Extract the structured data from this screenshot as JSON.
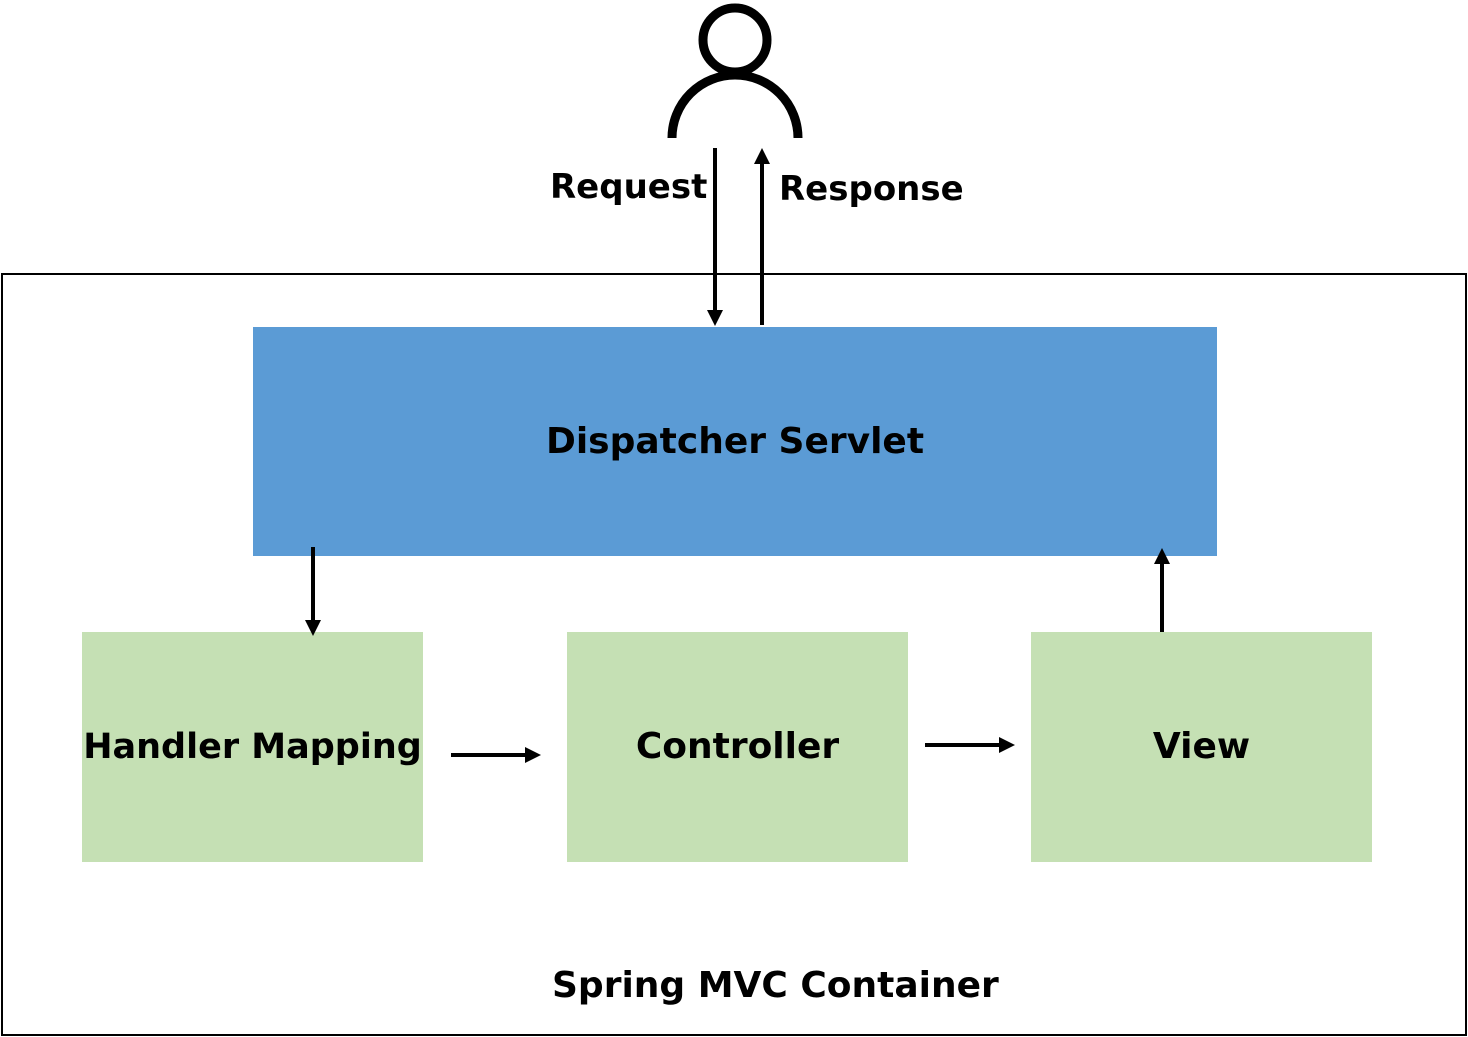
{
  "user": {
    "icon": "user-icon"
  },
  "flows": {
    "request_label": "Request",
    "response_label": "Response"
  },
  "container": {
    "label": "Spring MVC Container"
  },
  "nodes": {
    "dispatcher": {
      "label": "Dispatcher Servlet"
    },
    "handler_mapping": {
      "label": "Handler Mapping"
    },
    "controller": {
      "label": "Controller"
    },
    "view": {
      "label": "View"
    }
  },
  "colors": {
    "dispatcher_fill": "#5b9bd5",
    "component_fill": "#c5e0b4",
    "stroke": "#000000"
  }
}
